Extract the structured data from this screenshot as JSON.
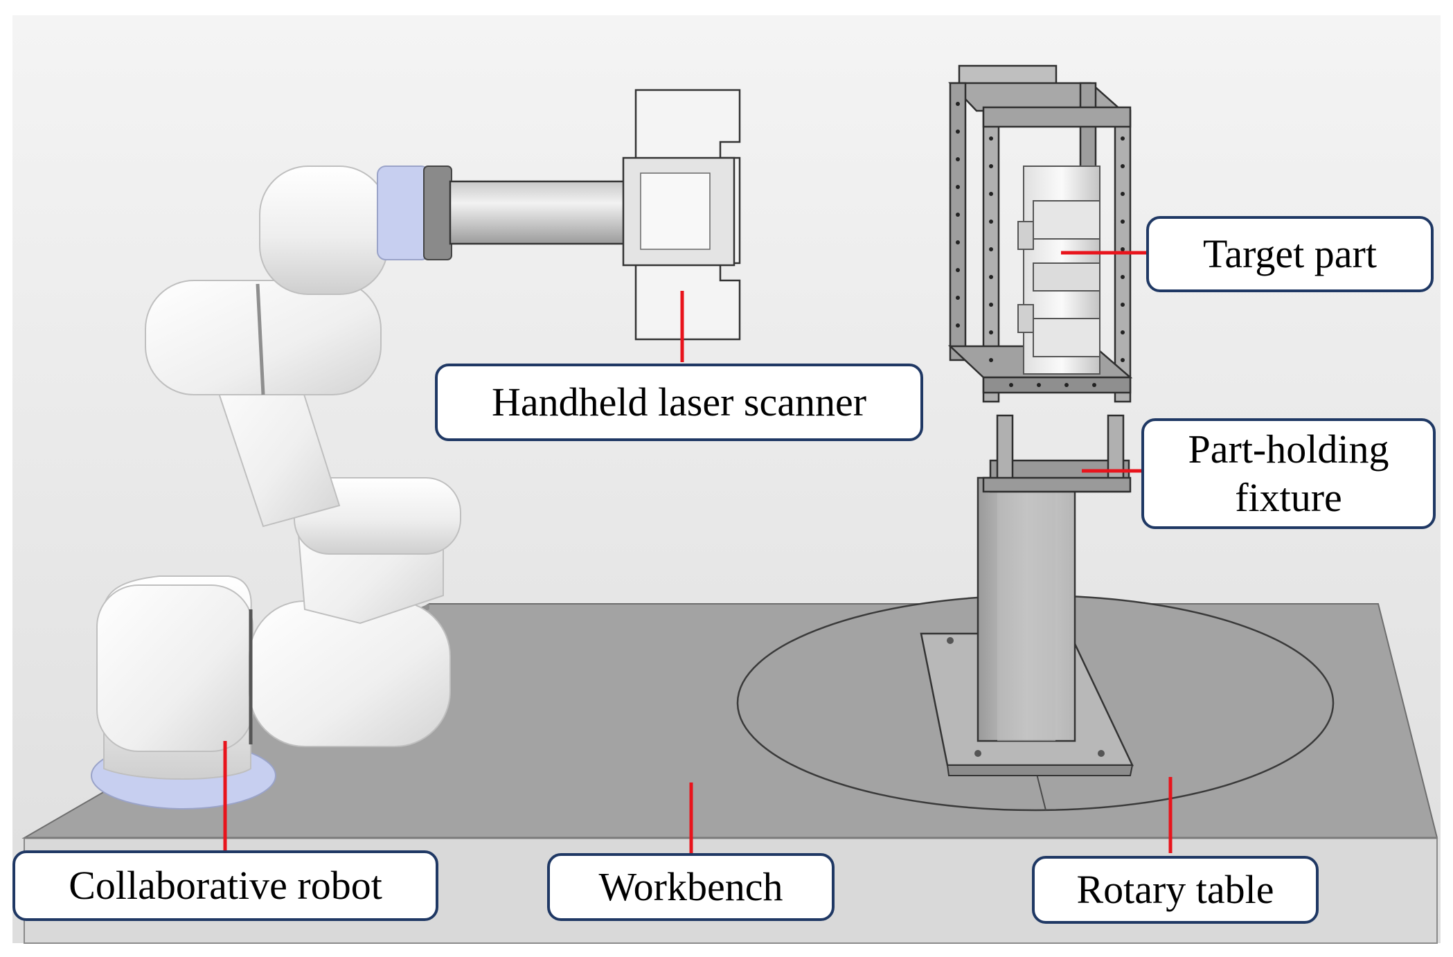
{
  "labels": {
    "scanner": "Handheld laser scanner",
    "target_part": "Target part",
    "fixture_line1": "Part-holding",
    "fixture_line2": "fixture",
    "robot": "Collaborative robot",
    "workbench": "Workbench",
    "rotary_table": "Rotary table"
  },
  "colors": {
    "leader_line": "#e8141c",
    "callout_border": "#1f3864",
    "workbench_top": "#a3a3a3",
    "robot_body": "#f2f2f2",
    "robot_ring": "#c7cff0"
  }
}
